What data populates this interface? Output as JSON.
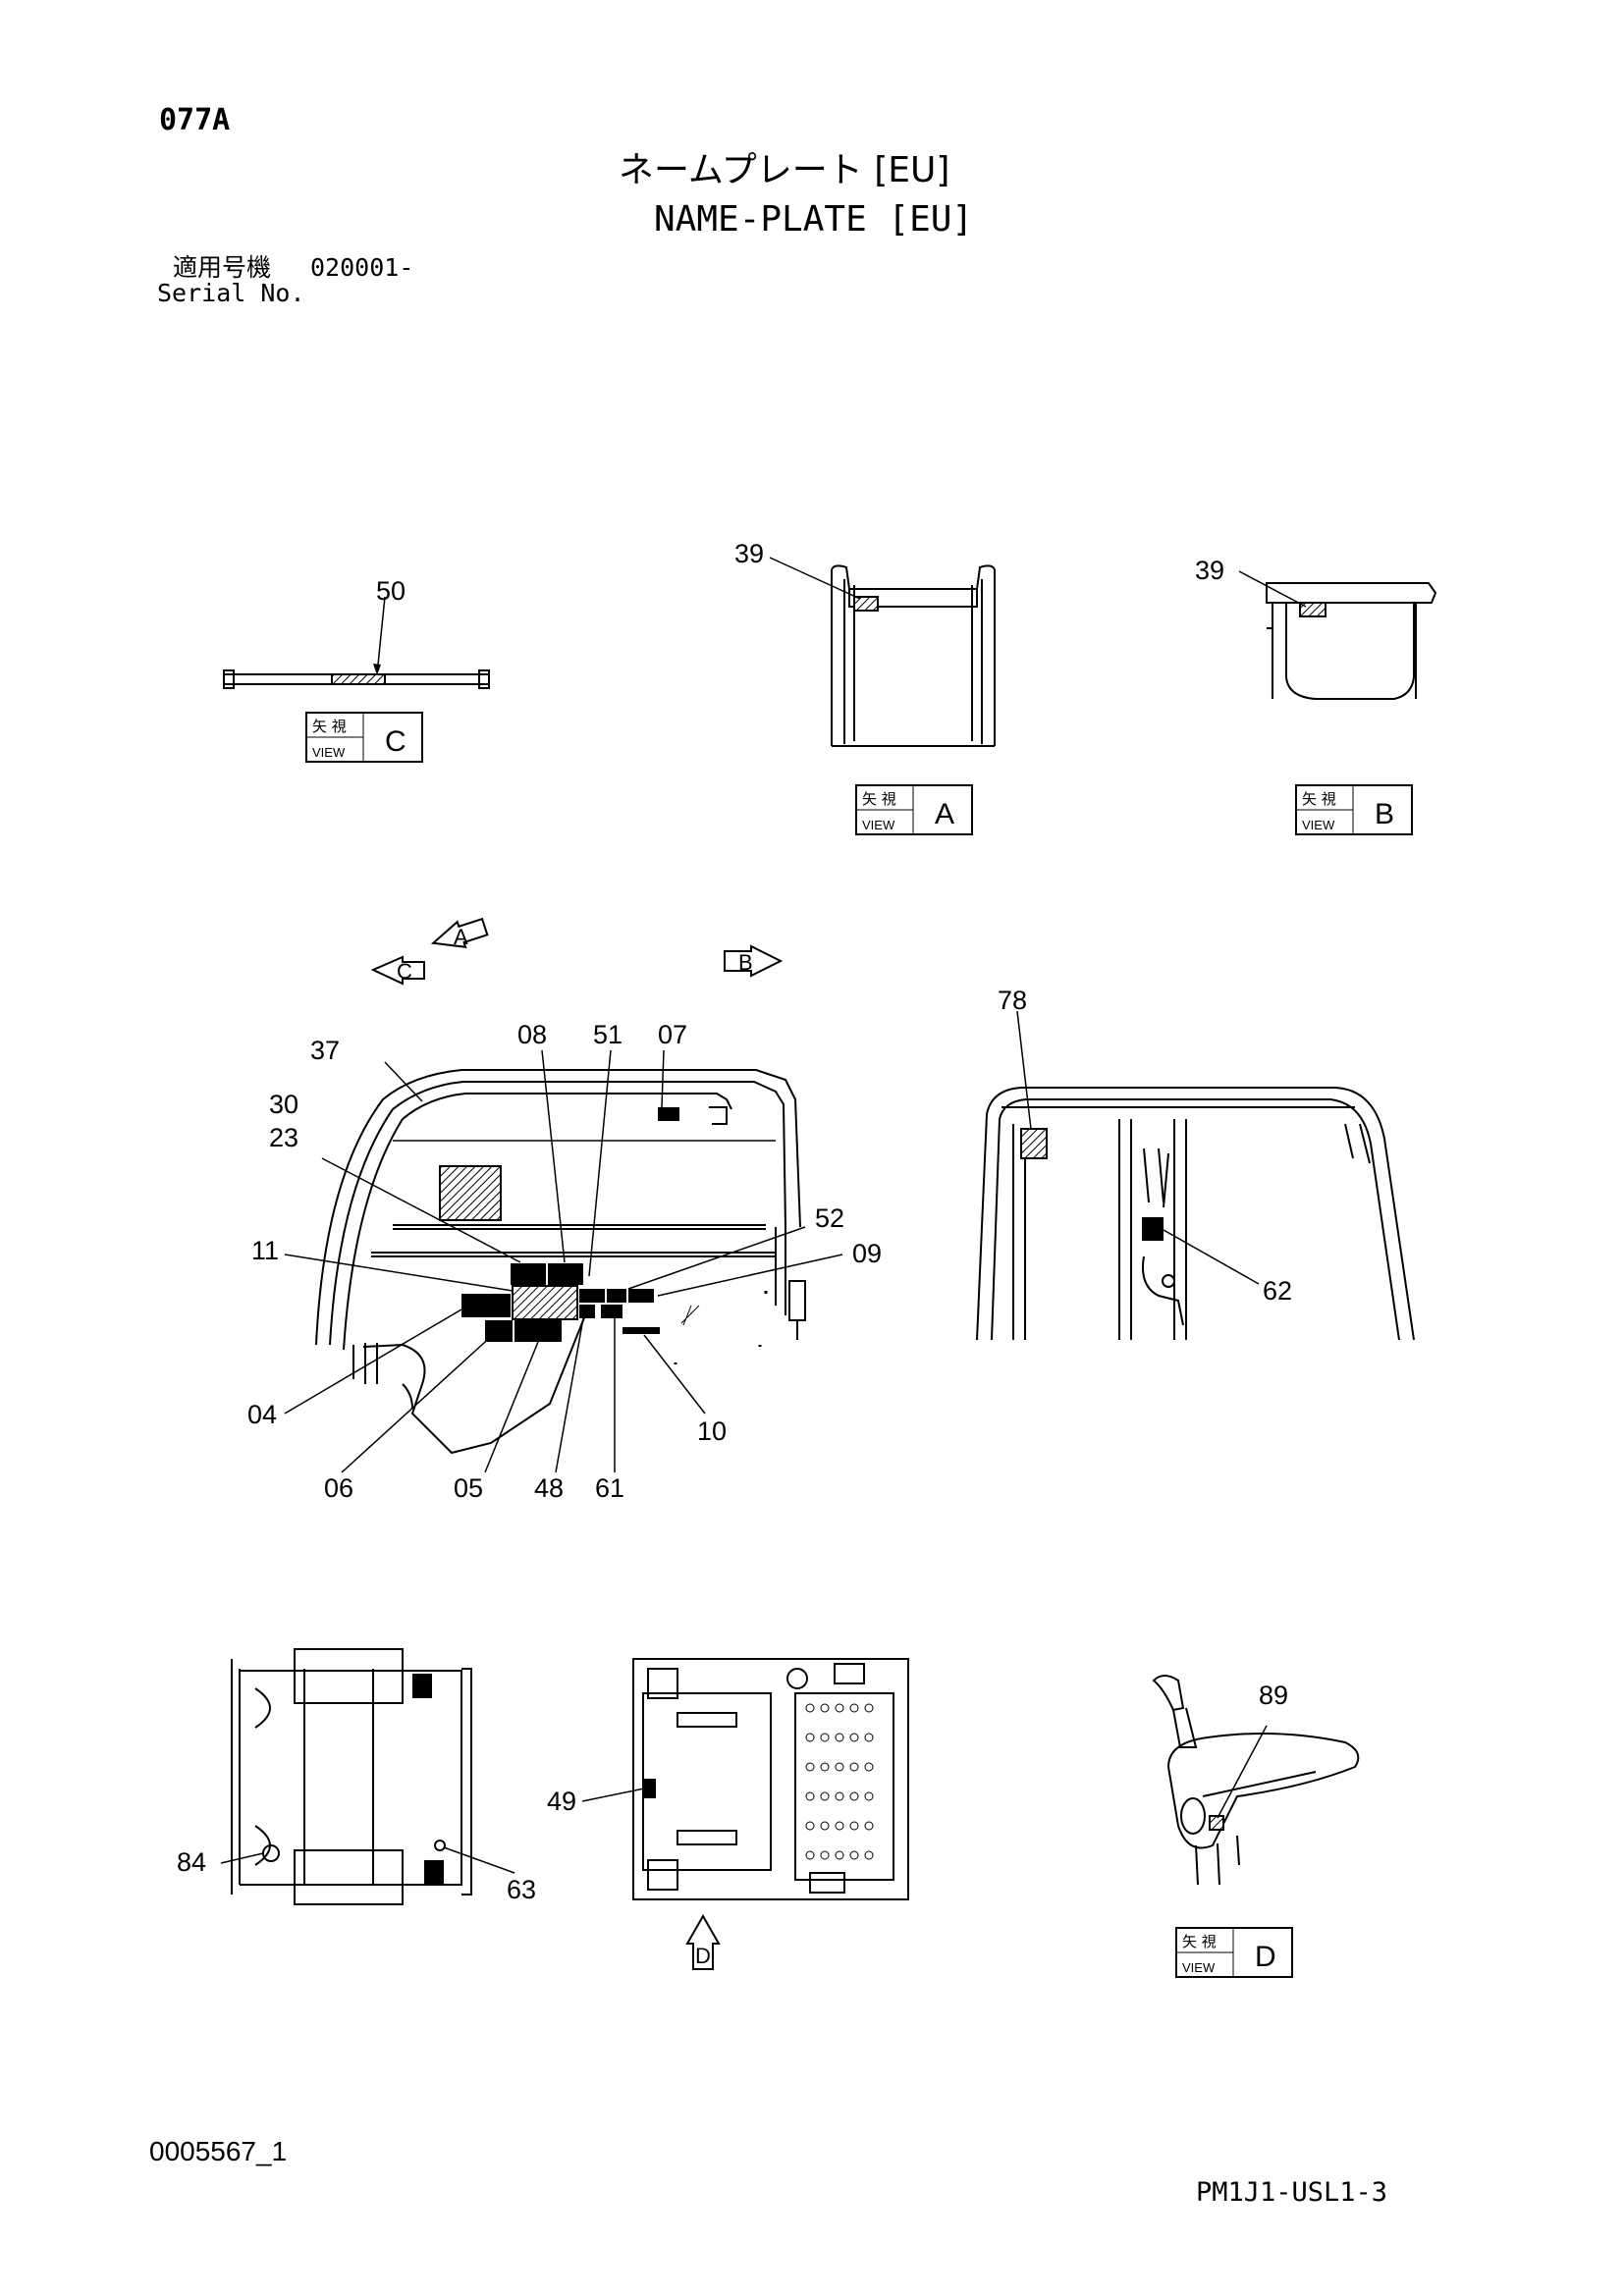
{
  "header": {
    "page_code": "077A",
    "title_jp": "ネームプレート [EU]",
    "title_en": "NAME-PLATE [EU]",
    "serial_label_jp": "適用号機",
    "serial_value": "020001-",
    "serial_label_en": "Serial No."
  },
  "views": {
    "view_jp": "矢 視",
    "view_en": "VIEW",
    "letters": [
      "C",
      "A",
      "B",
      "D"
    ]
  },
  "direction_arrows": [
    "A",
    "C",
    "B",
    "D"
  ],
  "callouts": {
    "c50": "50",
    "c39a": "39",
    "c39b": "39",
    "c37": "37",
    "c30": "30",
    "c23": "23",
    "c11": "11",
    "c08": "08",
    "c51": "51",
    "c07": "07",
    "c52": "52",
    "c09": "09",
    "c04": "04",
    "c06": "06",
    "c05": "05",
    "c48": "48",
    "c61": "61",
    "c10": "10",
    "c78": "78",
    "c62": "62",
    "c84": "84",
    "c63": "63",
    "c49": "49",
    "c89": "89"
  },
  "footer": {
    "drawing_id": "0005567_1",
    "page_ref": "PM1J1-USL1-3"
  }
}
